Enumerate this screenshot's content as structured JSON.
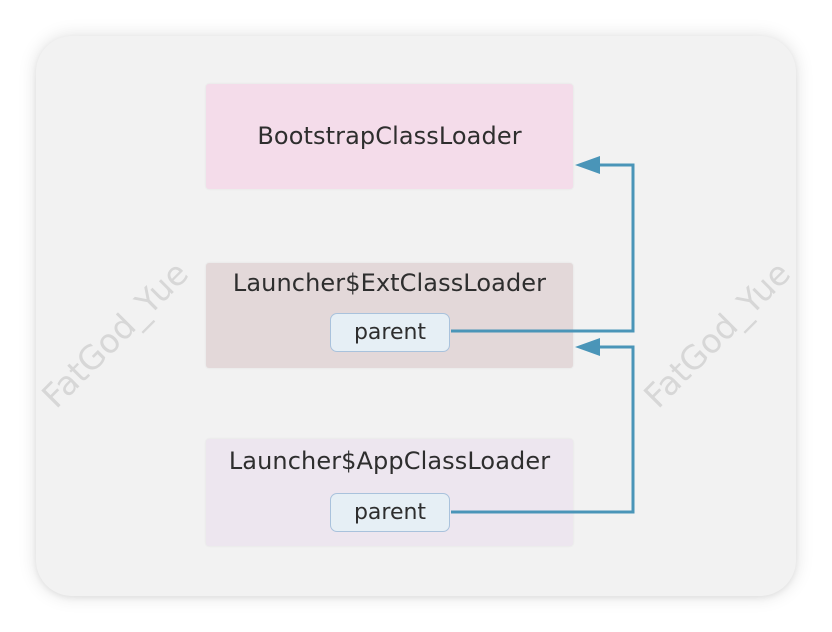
{
  "diagram": {
    "nodes": [
      {
        "id": "bootstrap",
        "label": "BootstrapClassLoader"
      },
      {
        "id": "ext",
        "label": "Launcher$ExtClassLoader",
        "field": "parent"
      },
      {
        "id": "app",
        "label": "Launcher$AppClassLoader",
        "field": "parent"
      }
    ],
    "edges": [
      {
        "from": "ext.parent",
        "to": "bootstrap"
      },
      {
        "from": "app.parent",
        "to": "ext"
      }
    ],
    "colors": {
      "bootstrap_fill": "#f4dcea",
      "ext_fill": "#e3d8d9",
      "app_fill": "#ede6ef",
      "field_fill": "#e6eff5",
      "field_border": "#a9c2dc",
      "arrow": "#4a95b8"
    }
  },
  "watermark": "FatGod_Yue"
}
